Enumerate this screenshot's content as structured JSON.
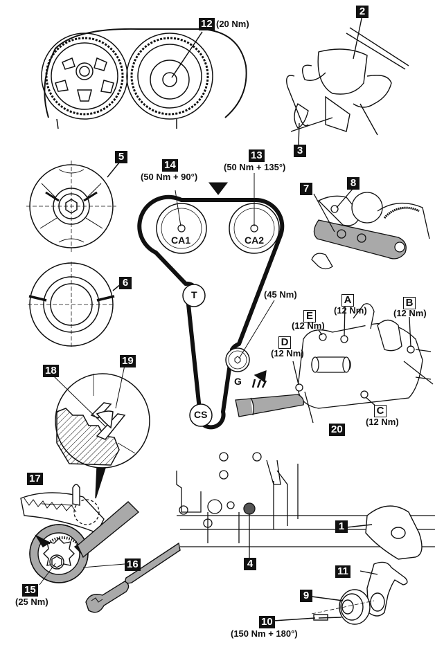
{
  "diagram": {
    "title": "Timing belt replacement illustration",
    "colors": {
      "ink": "#111111",
      "tool_gray": "#a9a9a9",
      "background": "#ffffff"
    },
    "callouts": {
      "c1": "1",
      "c2": "2",
      "c3": "3",
      "c4": "4",
      "c5": "5",
      "c6": "6",
      "c7": "7",
      "c8": "8",
      "c9": "9",
      "c10": "10",
      "c11": "11",
      "c12": "12",
      "c13": "13",
      "c14": "14",
      "c15": "15",
      "c16": "16",
      "c17": "17",
      "c18": "18",
      "c19": "19",
      "c20": "20"
    },
    "letter_callouts": {
      "A": "A",
      "B": "B",
      "C": "C",
      "D": "D",
      "E": "E"
    },
    "torques": {
      "t12": "(20 Nm)",
      "t14": "(50 Nm + 90°)",
      "t13": "(50 Nm + 135°)",
      "tG": "(45 Nm)",
      "tA": "(12 Nm)",
      "tB": "(12 Nm)",
      "tC": "(12 Nm)",
      "tD": "(12 Nm)",
      "tE": "(12 Nm)",
      "t15": "(25 Nm)",
      "t10": "(150 Nm + 180°)"
    },
    "pulleys": {
      "ca1": "CA1",
      "ca2": "CA2",
      "t": "T",
      "g": "G",
      "cs": "CS"
    }
  }
}
